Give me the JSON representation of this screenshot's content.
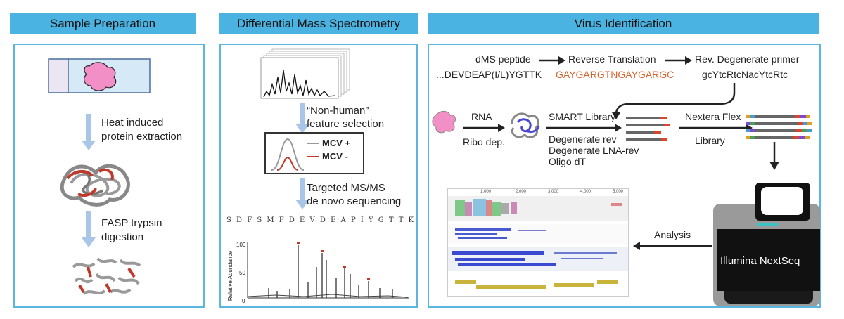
{
  "headers": {
    "sample_prep": "Sample Preparation",
    "dms": "Differential Mass Spectrometry",
    "virus_id": "Virus Identification"
  },
  "sample_prep": {
    "step1": [
      "Heat induced",
      "protein extraction"
    ],
    "step2": [
      "FASP trypsin",
      "digestion"
    ]
  },
  "dms": {
    "step1": [
      "“Non-human”",
      "feature selection"
    ],
    "legend": [
      "MCV +",
      "MCV -"
    ],
    "step2": [
      "Targeted MS/MS",
      "de novo sequencing"
    ],
    "sequence": [
      "S",
      "D",
      "F",
      "S",
      "M",
      "F",
      "D",
      "E",
      "V",
      "D",
      "E",
      "A",
      "P",
      "I",
      "Y",
      "G",
      "T",
      "T",
      "K"
    ],
    "spectrum_ylabel": "Relative Abundance",
    "spectrum_ymax": "100",
    "spectrum_y50": "50",
    "spectrum_y0": "0"
  },
  "virus_id": {
    "dms_peptide_label": "dMS peptide",
    "dms_peptide_seq": "...DEVDEAP(I/L)YGTTK",
    "reverse_translation_label": "Reverse Translation",
    "reverse_translation_seq": "GAYGARGTNGAYGARGC",
    "rev_primer_label": "Rev. Degenerate primer",
    "rev_primer_seq": "gcYtcRtcNacYtcRtc",
    "rna_label": "RNA",
    "ribo_label": "Ribo dep.",
    "smart_label": "SMART Library",
    "primers": [
      "Degenerate rev",
      "Degenerate LNA-rev",
      "Oligo dT"
    ],
    "nextera_label": "Nextera Flex",
    "library_label": "Library",
    "analysis_label": "Analysis",
    "sequencer_label": "Illumina NextSeq",
    "browser_ticks": [
      "1,000",
      "2,000",
      "3,000",
      "4,000",
      "5,000"
    ]
  },
  "colors": {
    "header_bg": "#4bb3e1",
    "panel_border": "#5bb6e0",
    "arrow_blue": "#a9c6e8",
    "virus_pink": "#f28fc7",
    "red_accent": "#c0392b",
    "orange_text": "#d4652f"
  }
}
